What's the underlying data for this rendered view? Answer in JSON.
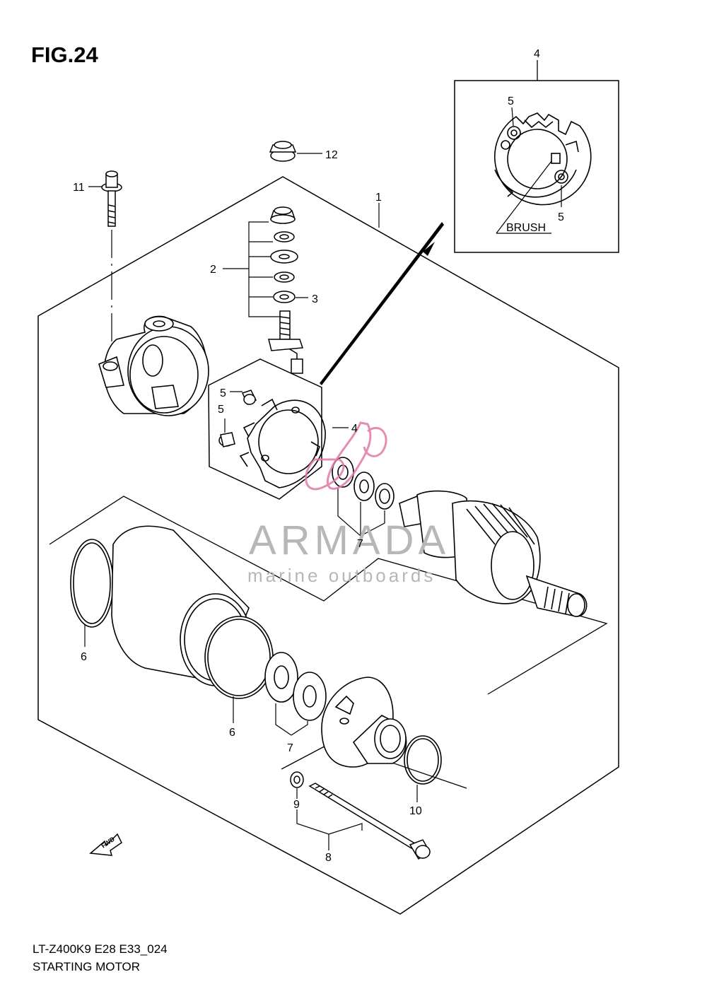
{
  "figure": {
    "title": "FIG.24",
    "model_code": "LT-Z400K9 E28 E33_024",
    "name": "STARTING MOTOR"
  },
  "callouts": {
    "c1": "1",
    "c2": "2",
    "c3": "3",
    "c4_top": "4",
    "c4_mid": "4",
    "c5_inset_top": "5",
    "c5_inset_bottom": "5",
    "c5_a": "5",
    "c5_b": "5",
    "c6_left": "6",
    "c6_right": "6",
    "c7_upper": "7",
    "c7_lower": "7",
    "c8": "8",
    "c9": "9",
    "c10": "10",
    "c11": "11",
    "c12": "12"
  },
  "inset": {
    "label": "BRUSH"
  },
  "fwd_arrow": {
    "label": "FWD"
  },
  "watermark": {
    "brand": "ARMADA",
    "tagline": "marine outboards",
    "accent_color": "#e07aa8"
  }
}
